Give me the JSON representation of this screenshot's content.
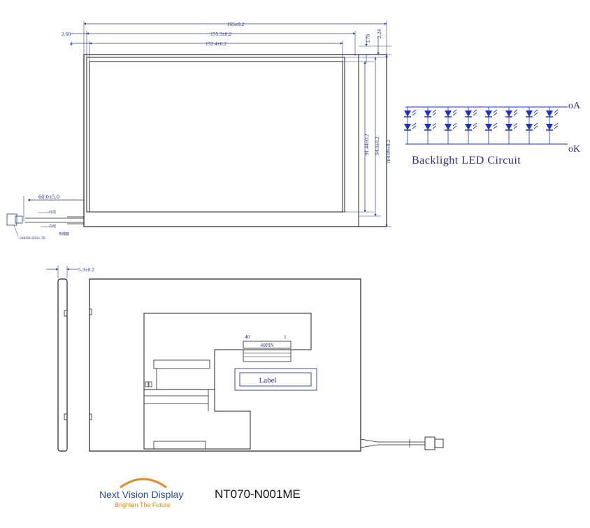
{
  "front_view": {
    "dimensions": {
      "overall_width": "165±0.2",
      "bezel_width": "155.3±0.2",
      "active_width": "152.4±0.2",
      "left_offset_a": "2.66",
      "left_offset_b": "4",
      "right_offset_a": "3.78",
      "right_offset_b": "2.24",
      "active_height": "91.44±0.2",
      "bezel_height": "94.3±0.2",
      "overall_height": "104.09±0.2"
    },
    "cable": {
      "length": "60.0±5.0",
      "wire_label_1": "红线",
      "wire_label_2": "白线",
      "wire_label_3": "热缩套",
      "connector_part": "SM02B-SRSS-TB"
    }
  },
  "backlight": {
    "title": "Backlight LED Circuit",
    "anode": "oA",
    "cathode": "oK",
    "columns": 8,
    "rows": 2
  },
  "side_view": {
    "thickness": "5.3±0.2"
  },
  "rear_view": {
    "pin_start": "40",
    "pin_end": "1",
    "connector": "40PIN",
    "label": "Label"
  },
  "footer": {
    "brand_name": "Next Vision Display",
    "slogan": "Brighten The Future",
    "model": "NT070-N001ME"
  },
  "colors": {
    "line": "#222222",
    "dimension": "#2a3a8a",
    "led": "#1a2fd0",
    "brand_blue": "#2b4a9a",
    "brand_orange": "#e08a20"
  }
}
